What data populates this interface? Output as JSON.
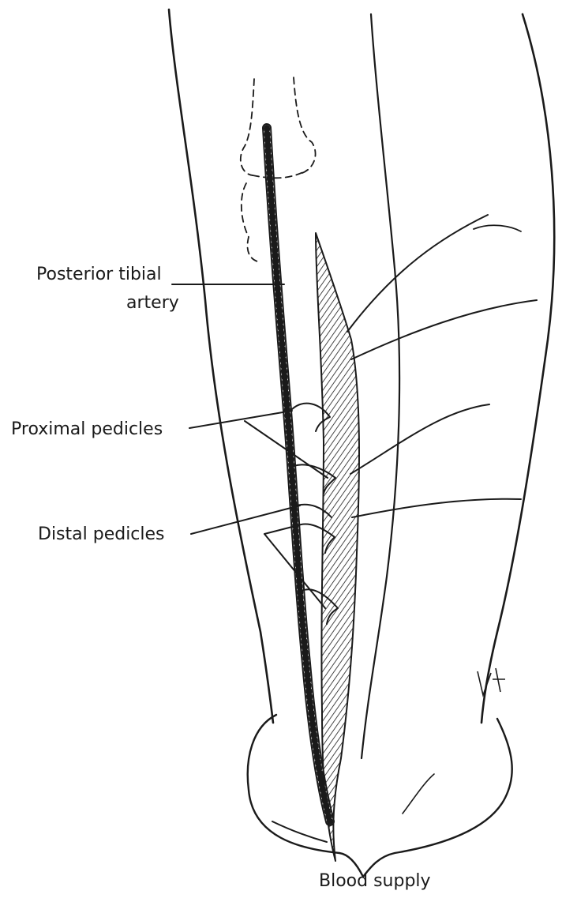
{
  "labels": {
    "posterior_tibial_line1": "Posterior tibial",
    "posterior_tibial_line2": "artery",
    "proximal_pedicles": "Proximal pedicles",
    "distal_pedicles": "Distal pedicles"
  },
  "caption": "Blood supply",
  "colors": {
    "ink": "#1a1a1a",
    "background": "#ffffff"
  }
}
